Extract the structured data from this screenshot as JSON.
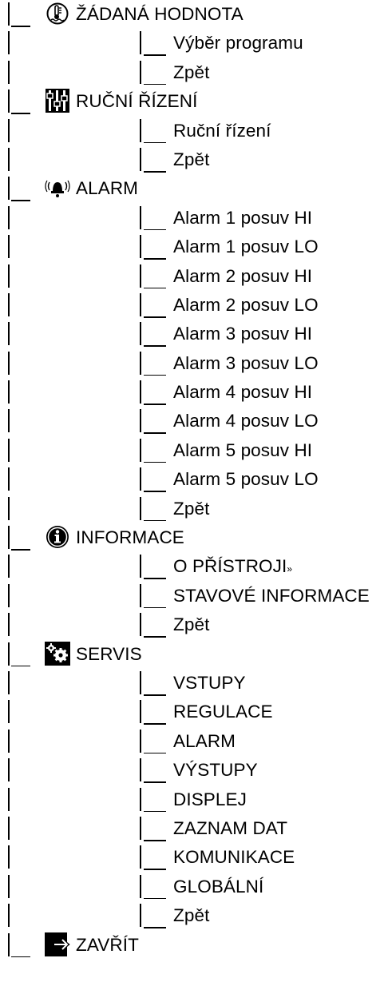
{
  "menu": [
    {
      "label": "ŽÁDANÁ HODNOTA",
      "icon": "setpoint-thermometer-icon",
      "items": [
        "Výběr programu",
        "Zpět"
      ]
    },
    {
      "label": "RUČNÍ ŘÍZENÍ",
      "icon": "manual-control-sliders-icon",
      "items": [
        "Ruční řízení",
        "Zpět"
      ]
    },
    {
      "label": "ALARM",
      "icon": "alarm-bell-icon",
      "items": [
        "Alarm 1 posuv HI",
        "Alarm 1 posuv LO",
        "Alarm 2 posuv HI",
        "Alarm 2 posuv LO",
        "Alarm 3 posuv HI",
        "Alarm 3 posuv LO",
        "Alarm 4 posuv HI",
        "Alarm 4 posuv LO",
        "Alarm 5 posuv HI",
        "Alarm 5 posuv LO",
        "Zpět"
      ]
    },
    {
      "label": "INFORMACE",
      "icon": "info-icon",
      "items": [
        "O PŘÍSTROJI",
        "STAVOVÉ INFORMACE",
        "Zpět"
      ],
      "item_suffix": {
        "0": "»"
      }
    },
    {
      "label": "SERVIS",
      "icon": "gears-icon",
      "items": [
        "VSTUPY",
        "REGULACE",
        "ALARM",
        "VÝSTUPY",
        "DISPLEJ",
        "ZAZNAM DAT",
        "KOMUNIKACE",
        "GLOBÁLNÍ",
        "Zpět"
      ]
    },
    {
      "label": "ZAVŘÍT",
      "icon": "exit-arrow-icon",
      "items": []
    }
  ]
}
